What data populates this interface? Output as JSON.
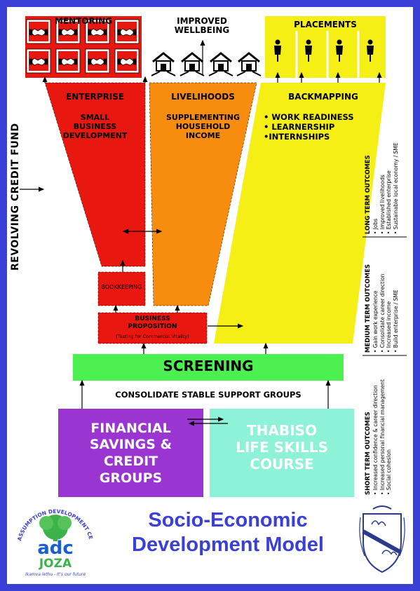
{
  "top": {
    "mentoring": "MENTORING",
    "improved_wellbeing_1": "IMPROVED",
    "improved_wellbeing_2": "WELLBEING",
    "placements": "PLACEMENTS"
  },
  "funnel": {
    "enterprise": "ENTERPRISE",
    "small_business_1": "SMALL",
    "small_business_2": "BUSINESS",
    "small_business_3": "DEVELOPMENT",
    "livelihoods": "LIVELIHOODS",
    "supplementing_1": "SUPPLEMENTING",
    "supplementing_2": "HOUSEHOLD",
    "supplementing_3": "INCOME",
    "backmapping": "BACKMAPPING",
    "bullets": [
      "• WORK READINESS",
      "• LEARNERSHIP",
      "•INTERNSHIPS"
    ],
    "bookkeeping": "BOOKKEEPING",
    "business_prop_1": "BUSINESS",
    "business_prop_2": "PROPOSITION",
    "business_prop_sub": "(Testing for Commercial Vitality)"
  },
  "revolving": "REVOLVING CREDIT FUND",
  "screening": "SCREENING",
  "consolidate": "CONSOLIDATE STABLE SUPPORT GROUPS",
  "financial": [
    "FINANCIAL",
    "SAVINGS &",
    "CREDIT",
    "GROUPS"
  ],
  "thabiso": [
    "THABISO",
    "LIFE SKILLS",
    "COURSE"
  ],
  "outcomes": {
    "long_title": "LONG TERM OUTCOMES",
    "long_items": [
      "• Jobs",
      "• Improved livelihoods",
      "• Established enterprise",
      "• Sustainable local economy / SME"
    ],
    "medium_title": "MEDIUM TERM OUTCOMES",
    "medium_items": [
      "• Gain work experience",
      "• Consolidate career direction",
      "• Increased income",
      "• Build enterprise / SME"
    ],
    "short_title": "SHORT TERM OUTCOMES",
    "short_items": [
      "• Increased confidence  & career direction",
      "• Increased personal financial management",
      "• Social cohesion"
    ]
  },
  "footer": {
    "title_1": "Socio-Economic",
    "title_2": "Development Model",
    "logo_arc": "ASSUMPTION DEVELOPMENT CENTRE",
    "logo_adc": "adc",
    "logo_joza": "JOZA",
    "logo_tagline": "Ikamva lethu - It's our future"
  },
  "colors": {
    "border": "#3a3fd6",
    "red": "#e8170f",
    "orange": "#f78c0f",
    "yellow": "#f5ef16",
    "green": "#4cf050",
    "purple": "#9b35d2",
    "teal": "#8ef2d8",
    "title_blue": "#3a3fd6"
  },
  "icons": {
    "mentoring": "handshake-icon",
    "wellbeing": "house-icon",
    "placements": "person-icon",
    "crest": "coat-of-arms-icon"
  }
}
